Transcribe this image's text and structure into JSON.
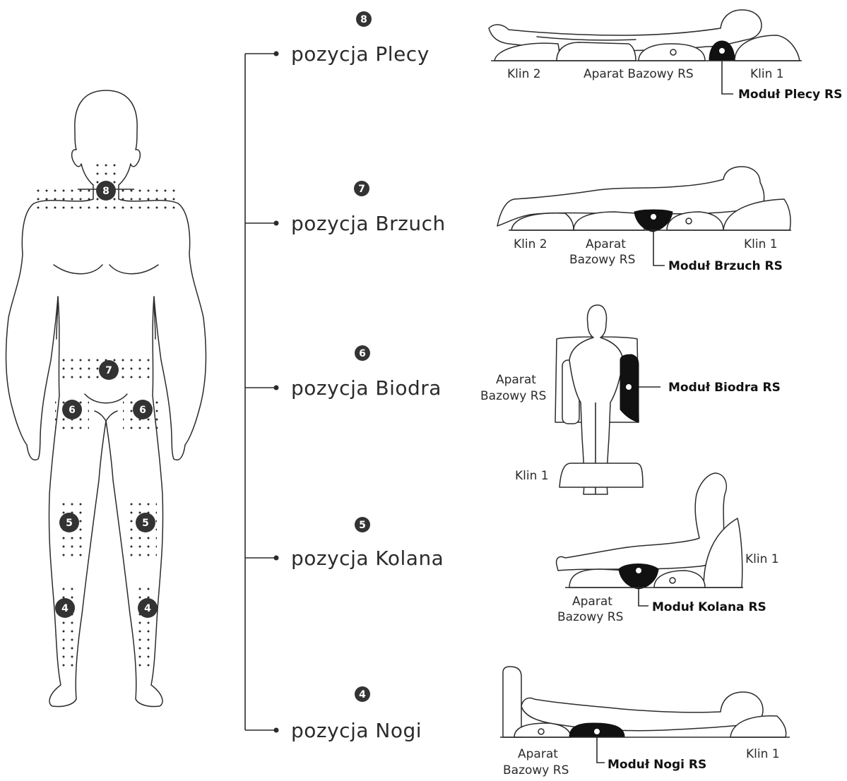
{
  "body_zones": {
    "back": "8",
    "abdomen": "7",
    "hip_left": "6",
    "hip_right": "6",
    "knee_left": "5",
    "knee_right": "5",
    "leg_left": "4",
    "leg_right": "4"
  },
  "positions": [
    {
      "number": "8",
      "label": "pozycja Plecy",
      "module": "Moduł Plecy RS",
      "wedge2": "Klin 2",
      "base": "Aparat Bazowy RS",
      "wedge1": "Klin 1"
    },
    {
      "number": "7",
      "label": "pozycja Brzuch",
      "module": "Moduł Brzuch RS",
      "wedge2": "Klin 2",
      "base_line1": "Aparat",
      "base_line2": "Bazowy RS",
      "wedge1": "Klin 1"
    },
    {
      "number": "6",
      "label": "pozycja Biodra",
      "module": "Moduł Biodra RS",
      "base_line1": "Aparat",
      "base_line2": "Bazowy RS",
      "wedge1": "Klin 1"
    },
    {
      "number": "5",
      "label": "pozycja Kolana",
      "module": "Moduł Kolana RS",
      "base_line1": "Aparat",
      "base_line2": "Bazowy RS",
      "wedge1": "Klin 1"
    },
    {
      "number": "4",
      "label": "pozycja Nogi",
      "module": "Moduł Nogi RS",
      "base_line1": "Aparat",
      "base_line2": "Bazowy RS",
      "wedge1": "Klin 1"
    }
  ],
  "colors": {
    "ink": "#2b2b2b",
    "module": "#111111",
    "badge": "#333333"
  }
}
